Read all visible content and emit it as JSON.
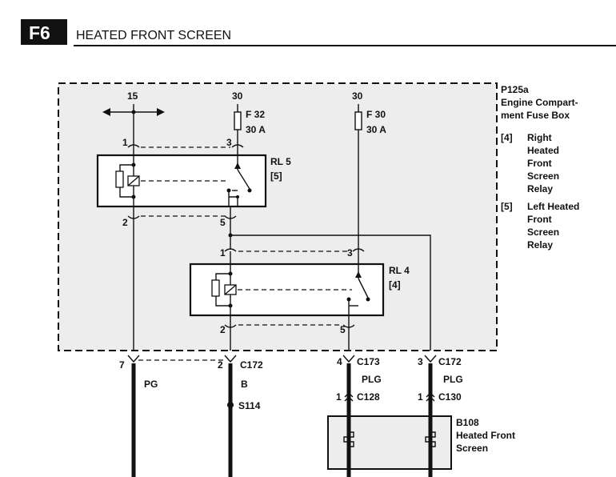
{
  "header": {
    "section_tag": "F6",
    "title": "HEATED FRONT SCREEN"
  },
  "fuse_box": {
    "id": "P125a",
    "name_line1": "Engine Compart-",
    "name_line2": "ment Fuse Box",
    "legend": [
      {
        "key": "[4]",
        "lines": [
          "Right",
          "Heated",
          "Front",
          "Screen",
          "Relay"
        ]
      },
      {
        "key": "[5]",
        "lines": [
          "Left Heated",
          "Front",
          "Screen",
          "Relay"
        ]
      }
    ]
  },
  "supply": {
    "ign": "15",
    "bat_a": "30",
    "bat_b": "30"
  },
  "fuses": [
    {
      "id": "F 32",
      "rating": "30 A"
    },
    {
      "id": "F 30",
      "rating": "30 A"
    }
  ],
  "relays": [
    {
      "id": "RL 5",
      "ref": "[5]",
      "pins": [
        "1",
        "3",
        "2",
        "5"
      ]
    },
    {
      "id": "RL 4",
      "ref": "[4]",
      "pins": [
        "1",
        "3",
        "2",
        "5"
      ]
    }
  ],
  "connectors": [
    {
      "pin": "7",
      "id": "",
      "wire": "PG"
    },
    {
      "pin": "2",
      "id": "C172",
      "wire": "B"
    },
    {
      "pin": "4",
      "id": "C173",
      "wire": "PLG"
    },
    {
      "pin": "3",
      "id": "C172",
      "wire": "PLG"
    }
  ],
  "lower_connectors": [
    {
      "pin": "1",
      "id": "C128"
    },
    {
      "pin": "1",
      "id": "C130"
    }
  ],
  "splice": "S114",
  "load": {
    "id": "B108",
    "line1": "Heated Front",
    "line2": "Screen"
  }
}
